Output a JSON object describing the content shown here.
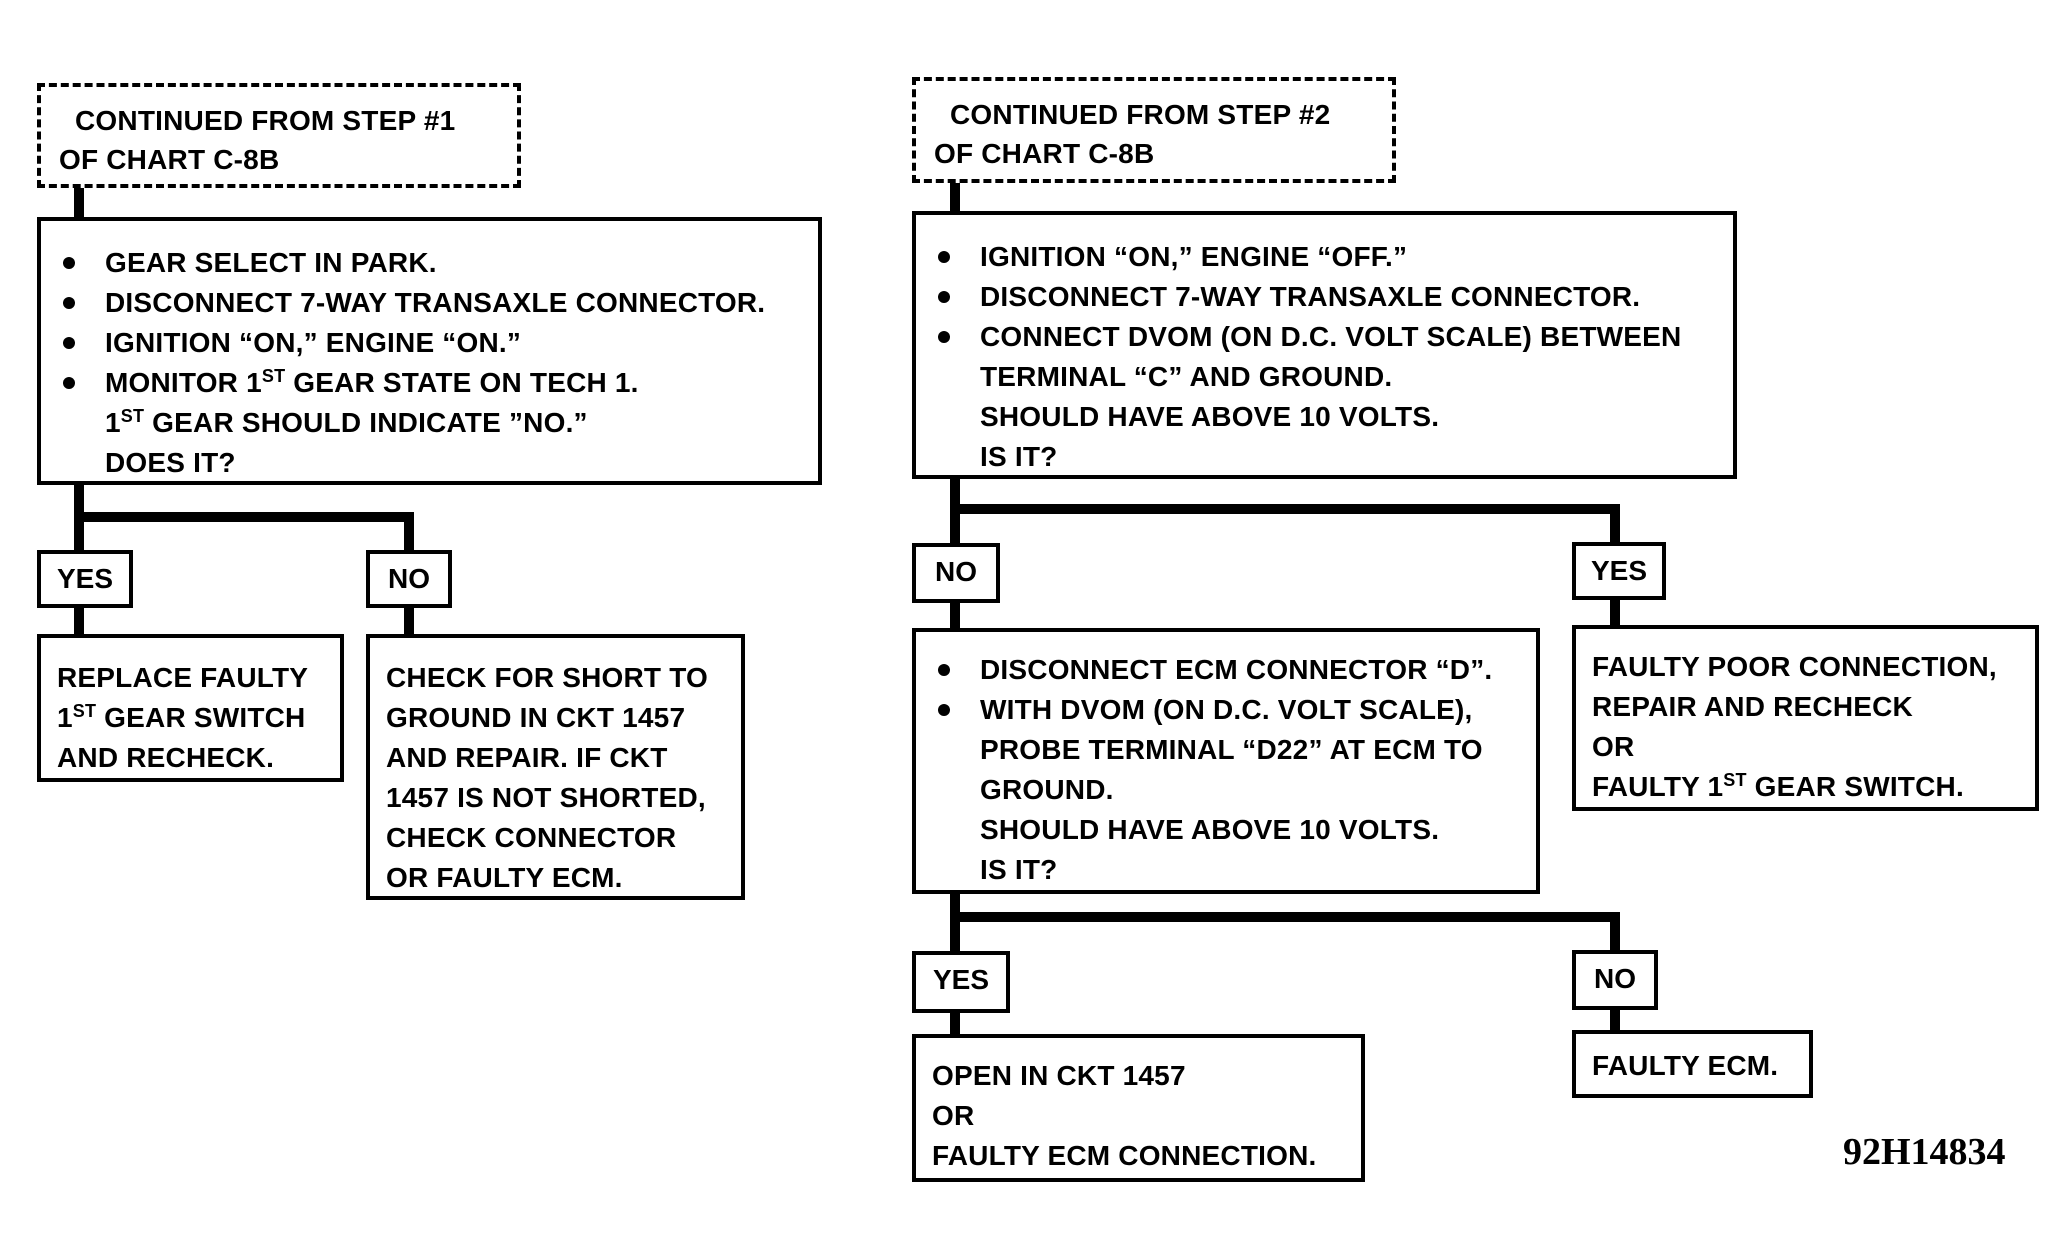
{
  "left": {
    "start": [
      "CONTINUED FROM STEP #1",
      "OF CHART C-8B"
    ],
    "step": {
      "bullets": [
        "GEAR SELECT IN PARK.",
        "DISCONNECT 7-WAY TRANSAXLE CONNECTOR.",
        "IGNITION “ON,” ENGINE “ON.”",
        [
          "MONITOR 1",
          "ST",
          " GEAR STATE ON TECH 1."
        ]
      ],
      "cont1": [
        "1",
        "ST",
        " GEAR SHOULD INDICATE ”NO.”"
      ],
      "cont2": "DOES IT?"
    },
    "yes_label": "YES",
    "no_label": "NO",
    "yes_result": {
      "l1": "REPLACE FAULTY",
      "l2": [
        "1",
        "ST",
        " GEAR SWITCH"
      ],
      "l3": "AND RECHECK."
    },
    "no_result": [
      "CHECK FOR SHORT TO",
      "GROUND IN CKT 1457",
      "AND REPAIR.  IF CKT",
      "1457 IS NOT SHORTED,",
      "CHECK CONNECTOR",
      "OR FAULTY ECM."
    ]
  },
  "right": {
    "start": [
      "CONTINUED FROM STEP #2",
      "OF CHART C-8B"
    ],
    "step1": {
      "bullets": [
        "IGNITION “ON,” ENGINE “OFF.”",
        "DISCONNECT 7-WAY TRANSAXLE CONNECTOR.",
        "CONNECT DVOM (ON D.C. VOLT SCALE) BETWEEN"
      ],
      "cont": [
        "TERMINAL “C” AND GROUND.",
        "SHOULD HAVE ABOVE 10 VOLTS.",
        "IS IT?"
      ]
    },
    "no_label": "NO",
    "yes_label": "YES",
    "yes_result": [
      "FAULTY POOR CONNECTION,",
      "REPAIR AND RECHECK",
      "OR"
    ],
    "yes_result_last": [
      "FAULTY 1",
      "ST",
      " GEAR SWITCH."
    ],
    "step2": {
      "bullets": [
        "DISCONNECT ECM CONNECTOR “D”.",
        "WITH DVOM (ON D.C. VOLT SCALE),"
      ],
      "cont": [
        "PROBE TERMINAL “D22” AT ECM TO",
        "GROUND.",
        "SHOULD HAVE ABOVE 10 VOLTS.",
        "IS IT?"
      ]
    },
    "yes2_label": "YES",
    "no2_label": "NO",
    "yes2_result": [
      "OPEN IN CKT 1457",
      "OR",
      "FAULTY ECM CONNECTION."
    ],
    "no2_result": "FAULTY ECM."
  },
  "figure_code": "92H14834"
}
